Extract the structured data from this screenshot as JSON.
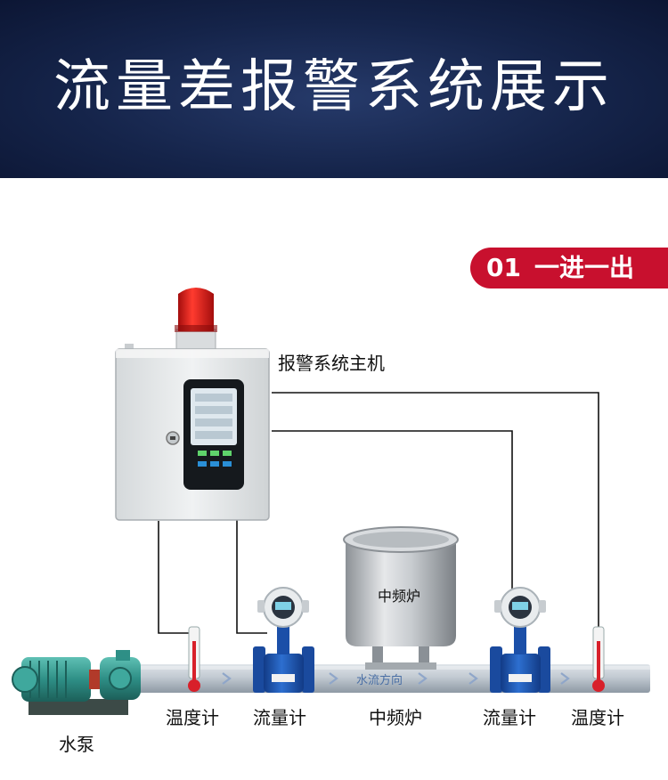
{
  "header": {
    "title": "流量差报警系统展示"
  },
  "badge": {
    "number": "01",
    "text": "一进一出"
  },
  "labels": {
    "host": "报警系统主机",
    "furnace_inner": "中频炉",
    "flow_direction": "水流方向",
    "pump": "水泵",
    "temp_left": "温度计",
    "flow_left": "流量计",
    "furnace": "中频炉",
    "flow_right": "流量计",
    "temp_right": "温度计"
  },
  "colors": {
    "header_bg": "#15244a",
    "badge_bg": "#c8102e",
    "beacon": "#e01818",
    "pipe": "#b8c2cc",
    "flowmeter": "#1b4fa8",
    "pump": "#2e8f86",
    "cabinet": "#e9eced"
  },
  "icons": [
    "alarm-beacon-icon",
    "thermometer-icon",
    "flowmeter-icon",
    "water-pump-icon",
    "furnace-icon",
    "arrow-right-icon"
  ]
}
